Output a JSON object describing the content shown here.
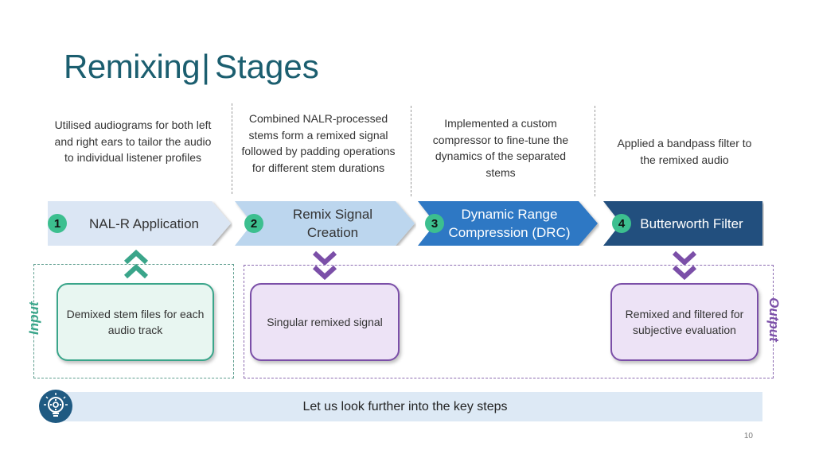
{
  "title": {
    "main": "Remixing",
    "separator": "|",
    "sub": "Stages"
  },
  "descriptions": [
    "Utilised audiograms for both left and right ears to tailor the audio to individual listener profiles",
    "Combined NALR-processed stems form a remixed signal followed by padding operations for different stem durations",
    "Implemented a custom compressor to fine-tune the dynamics of the separated stems",
    "Applied a bandpass filter to the remixed audio"
  ],
  "stages": [
    {
      "number": "1",
      "label": "NAL-R Application",
      "fill": "#dbe6f4",
      "text_color": "#333333"
    },
    {
      "number": "2",
      "label": "Remix Signal Creation",
      "fill": "#bcd6ee",
      "text_color": "#333333"
    },
    {
      "number": "3",
      "label": "Dynamic Range Compression (DRC)",
      "fill": "#2f78c4",
      "text_color": "#ffffff"
    },
    {
      "number": "4",
      "label": "Butterworth Filter",
      "fill": "#22507e",
      "text_color": "#ffffff"
    }
  ],
  "boxes": {
    "input": "Demixed stem files for each audio track",
    "middle": "Singular remixed signal",
    "output": "Remixed and filtered for subjective evaluation"
  },
  "side_labels": {
    "input": "Input",
    "output": "Output"
  },
  "banner": {
    "text": "Let us look further into the key steps",
    "icon": "lightbulb-gear-icon"
  },
  "page_number": "10",
  "colors": {
    "teal": "#1b5e6f",
    "green": "#3aa58a",
    "purple": "#7b4fa8",
    "number_badge": "#3cbf8f"
  }
}
